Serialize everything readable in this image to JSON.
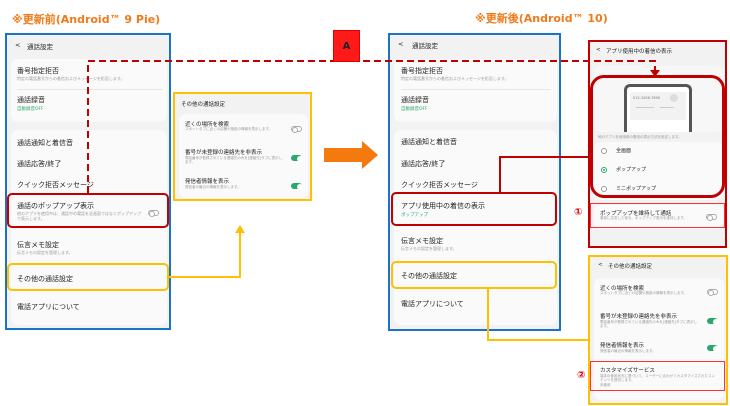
{
  "before_title": "※更新前(Android™ 9 Pie)",
  "after_title": "※更新後(Android™ 10)",
  "marker_a": "A",
  "circle_1": "①",
  "circle_2": "②",
  "colors": {
    "accent": "#f07a1a",
    "blue": "#1a73c9",
    "red": "#c00000",
    "yellow": "#ffc000",
    "green": "#2aa86b"
  },
  "before": {
    "header": "通話設定",
    "items": [
      {
        "label": "番号指定拒否",
        "sub": "特定の電話番号からの着信およびメッセージを拒否します。"
      },
      {
        "label": "通話録音",
        "sub": "自動録音OFF"
      },
      {
        "label": "通話通知と着信音"
      },
      {
        "label": "通話応答/終了"
      },
      {
        "label": "クイック拒否メッセージ"
      },
      {
        "label": "通話のポップアップ表示",
        "sub": "他のアプリを使用中は、通話中の電話を全画面ではなくポップアップで表示します。"
      },
      {
        "label": "伝言メモ設定",
        "sub": "伝言メモの設定を管理します。"
      },
      {
        "label": "その他の通話設定"
      },
      {
        "label": "電話アプリについて"
      }
    ]
  },
  "other_settings": {
    "header": "その他の通話設定",
    "items": [
      {
        "label": "近くの場所を検索",
        "sub": "スポットタブに近くの店舗や施設の情報を表示します。",
        "on": false
      },
      {
        "label": "番号が未登録の連絡先を非表示",
        "sub": "電話番号が登録されている連絡先のみを[連絡先]タブに表示します。",
        "on": true
      },
      {
        "label": "発信者情報を表示",
        "sub": "発信者の最近の情報を表示します。",
        "on": true
      },
      {
        "label": "カスタマイズサービス",
        "sub": "端末の使用状況に基づいて、ユーザーに合わせてカスタマイズされたコンテンツを提供します。",
        "status": "未使用"
      }
    ]
  },
  "after": {
    "header": "通話設定",
    "items": [
      {
        "label": "番号指定拒否",
        "sub": "特定の電話番号からの着信およびメッセージを拒否します。"
      },
      {
        "label": "通話録音",
        "sub": "自動録音OFF"
      },
      {
        "label": "通話通知と着信音"
      },
      {
        "label": "通話応答/終了"
      },
      {
        "label": "クイック拒否メッセージ"
      },
      {
        "label": "アプリ使用中の着信の表示",
        "sub": "ポップアップ"
      },
      {
        "label": "伝言メモ設定",
        "sub": "伝言メモの設定を管理します。"
      },
      {
        "label": "その他の通話設定"
      },
      {
        "label": "電話アプリについて"
      }
    ]
  },
  "incoming_display": {
    "header": "アプリ使用中の着信の表示",
    "preview_number": "012-3456-7890",
    "description": "他のアプリを使用時の着信の表示方法を設定します。",
    "options": [
      "全画面",
      "ポップアップ",
      "ミニポップアップ"
    ],
    "selected": 1,
    "keep_popup": {
      "label": "ポップアップを維持して通話",
      "sub": "事前に応答した後も、ポップアップ表示を維持します。",
      "on": false
    }
  }
}
